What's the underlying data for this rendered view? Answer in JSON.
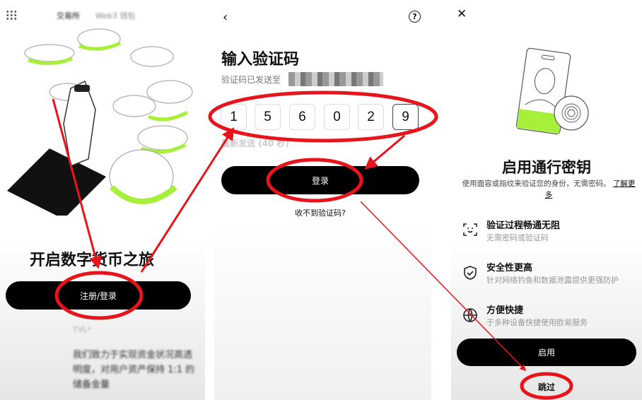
{
  "screen1": {
    "tabs": [
      "交易所",
      "Web3 钱包"
    ],
    "heading": "开启数字货币之旅",
    "register_login_label": "注册/登录",
    "badge": "TVL*",
    "description": "我们致力于实现资金状况高透明度，对用户资产保持 1:1 的储备金量"
  },
  "screen2": {
    "title": "输入验证码",
    "sent_to": "验证码已发送至",
    "otp_digits": [
      "1",
      "5",
      "6",
      "0",
      "2",
      "9"
    ],
    "resend": "重新发送 (40 秒)",
    "login_label": "登录",
    "no_code": "收不到验证码?"
  },
  "screen3": {
    "title": "启用通行密钥",
    "desc": "使用面容或指纹来验证您的身份，无需密码。",
    "learn_more": "了解更多",
    "features": [
      {
        "icon": "face-id-icon",
        "title": "验证过程畅通无阻",
        "sub": "无需密码或验证码"
      },
      {
        "icon": "shield-check-icon",
        "title": "安全性更高",
        "sub": "针对网络钓鱼和数据泄露提供更强防护"
      },
      {
        "icon": "globe-icon",
        "title": "方便快捷",
        "sub": "于多种设备快捷使用欧易服务"
      }
    ],
    "enable_label": "启用",
    "skip_label": "跳过"
  },
  "colors": {
    "accent_green": "#a6f03c",
    "annotation_red": "#e8141c"
  }
}
